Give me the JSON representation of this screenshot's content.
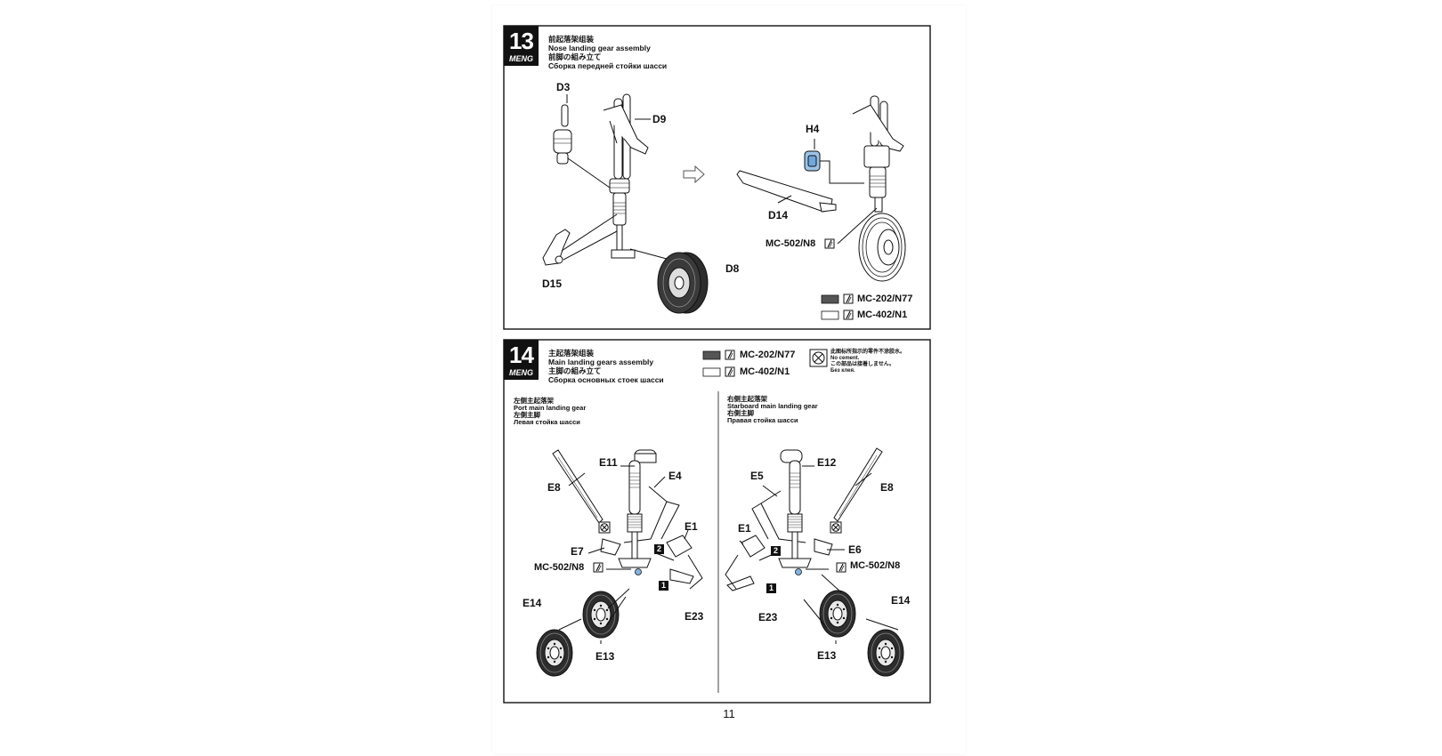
{
  "brand": "MENG",
  "page_number": "11",
  "colors": {
    "gunmetal": "#555555",
    "white": "#ffffff",
    "ink": "#111111"
  },
  "step13": {
    "number": "13",
    "title_cn": "前起落架组装",
    "title_en": "Nose landing gear assembly",
    "title_jp": "前脚の組み立て",
    "title_ru": "Сборка передней стойки шасси",
    "parts": {
      "d3": "D3",
      "d9": "D9",
      "d15": "D15",
      "d8": "D8",
      "h4": "H4",
      "d14": "D14"
    },
    "paint_ref": "MC-502/N8",
    "legend": [
      {
        "code": "MC-202/N77",
        "swatch": "#555555"
      },
      {
        "code": "MC-402/N1",
        "swatch": "#ffffff"
      }
    ]
  },
  "step14": {
    "number": "14",
    "title_cn": "主起落架组装",
    "title_en": "Main landing gears assembly",
    "title_jp": "主脚の組み立て",
    "title_ru": "Сборка основных стоек шасси",
    "legend": [
      {
        "code": "MC-202/N77",
        "swatch": "#555555"
      },
      {
        "code": "MC-402/N1",
        "swatch": "#ffffff"
      }
    ],
    "no_cement": {
      "cn": "此图标所指示的零件不涂胶水。",
      "en": "No cement.",
      "jp": "この部品は接着しません。",
      "ru": "Без клея."
    },
    "port": {
      "cn": "左侧主起落架",
      "en": "Port main landing gear",
      "jp": "左側主脚",
      "ru": "Левая стойка шасси",
      "parts": {
        "e11": "E11",
        "e4": "E4",
        "e8": "E8",
        "e1": "E1",
        "e7": "E7",
        "paint": "MC-502/N8",
        "e23": "E23",
        "e14": "E14",
        "e13": "E13"
      },
      "markers": [
        "2",
        "1"
      ]
    },
    "starboard": {
      "cn": "右侧主起落架",
      "en": "Starboard main landing gear",
      "jp": "右側主脚",
      "ru": "Правая стойка шасси",
      "parts": {
        "e12": "E12",
        "e5": "E5",
        "e8": "E8",
        "e1": "E1",
        "e6": "E6",
        "paint": "MC-502/N8",
        "e23": "E23",
        "e14": "E14",
        "e13": "E13"
      },
      "markers": [
        "2",
        "1"
      ]
    }
  }
}
